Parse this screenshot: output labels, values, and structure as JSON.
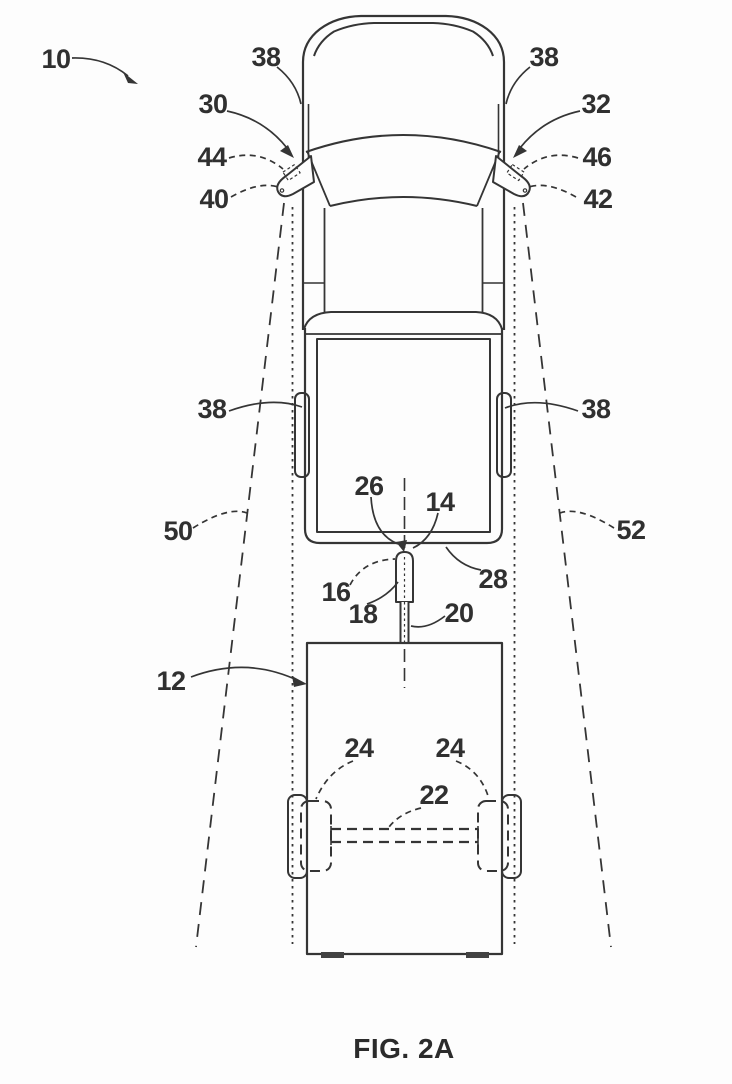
{
  "figure": {
    "caption": "FIG. 2A",
    "ink_color": "#353535",
    "background_color": "#fdfdfd"
  },
  "reference_numerals": {
    "l10": "10",
    "l38_top_left": "38",
    "l38_top_right": "38",
    "l30": "30",
    "l32": "32",
    "l44": "44",
    "l46": "46",
    "l40": "40",
    "l42": "42",
    "l38_mid_left": "38",
    "l38_mid_right": "38",
    "l50": "50",
    "l52": "52",
    "l26": "26",
    "l14": "14",
    "l16": "16",
    "l18": "18",
    "l28": "28",
    "l20": "20",
    "l12": "12",
    "l24_left": "24",
    "l24_right": "24",
    "l22": "22"
  }
}
